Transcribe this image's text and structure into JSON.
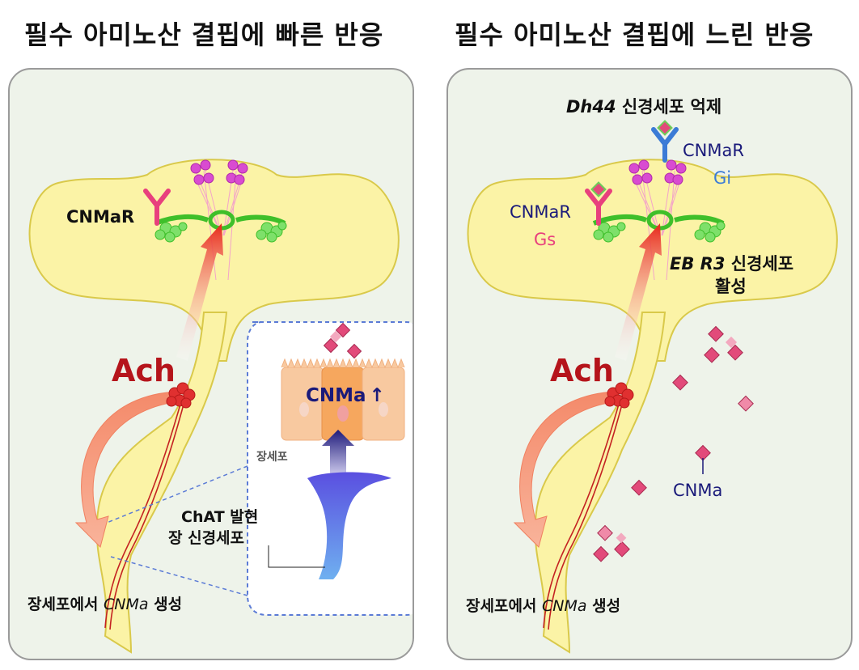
{
  "left_panel": {
    "title": "필수 아미노산 결핍에 빠른 반응",
    "receptor_label": "CNMaR",
    "ach_label": "Ach",
    "inset": {
      "cnma_label": "CNMa",
      "up_arrow": "↑",
      "enterocyte_label": "장세포",
      "neuron_label_line1": "ChAT 발현",
      "neuron_label_line2": "장 신경세포"
    },
    "bottom_label_prefix": "장세포에서 ",
    "bottom_label_italic": "CNMa",
    "bottom_label_suffix": " 생성"
  },
  "right_panel": {
    "title": "필수 아미노산 결핍에 느린 반응",
    "dh44_italic": "Dh44",
    "dh44_suffix": " 신경세포 억제",
    "receptor_top_label": "CNMaR",
    "gi_label": "Gi",
    "receptor_left_label": "CNMaR",
    "gs_label": "Gs",
    "ebr3_italic": "EB R3",
    "ebr3_suffix": " 신경세포",
    "activation_label": "활성",
    "ach_label": "Ach",
    "cnma_label": "CNMa",
    "bottom_label_prefix": "장세포에서 ",
    "bottom_label_italic": "CNMa",
    "bottom_label_suffix": " 생성"
  },
  "colors": {
    "brain_fill": "#fbf3a6",
    "brain_stroke": "#d9c94a",
    "ach_red": "#b5141b",
    "receptor_pink": "#e8407d",
    "receptor_blue": "#3b7bd6",
    "cnmar_navy": "#1a1a7a",
    "gs_pink": "#e8407d",
    "gi_blue": "#3b7bd6",
    "neuron_green": "#3fbf2a",
    "peptide_pink": "#e24a7a",
    "inset_border": "#5b7bd6"
  }
}
